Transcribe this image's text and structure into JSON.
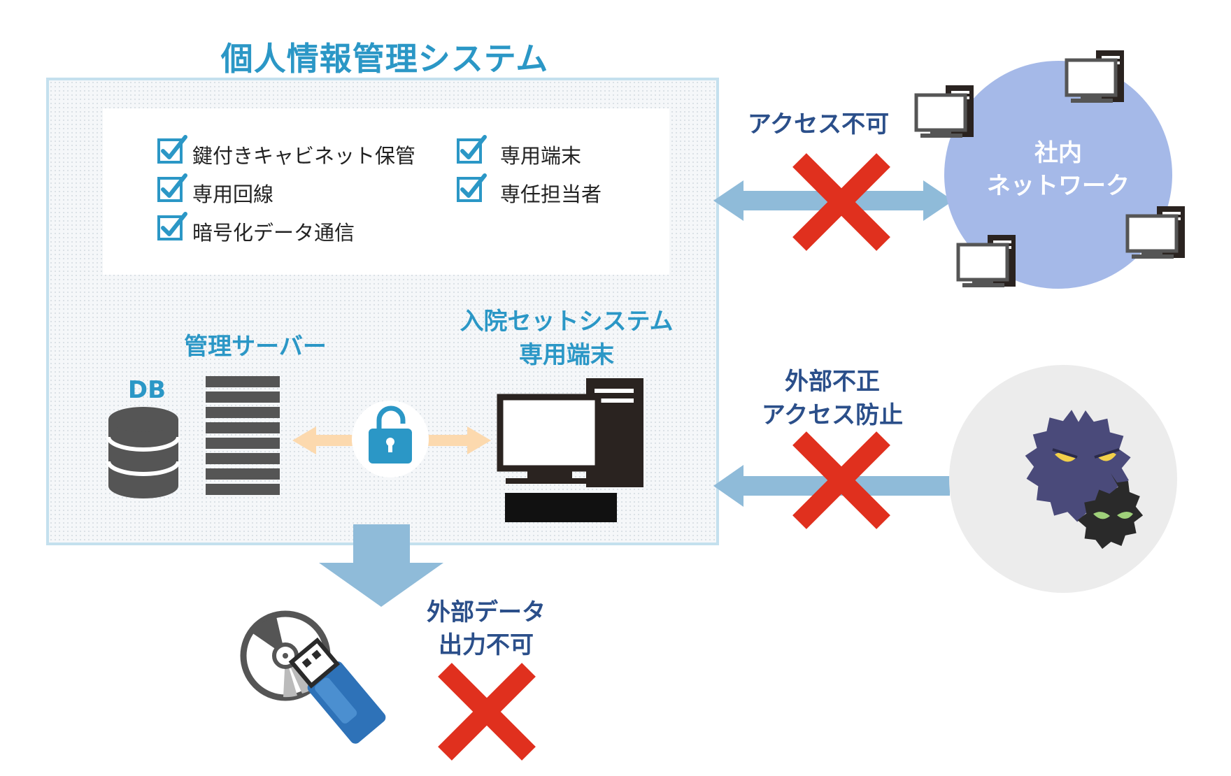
{
  "title": "個人情報管理システム",
  "measures": [
    "鍵付きキャビネット保管",
    "専用回線",
    "暗号化データ通信",
    "専用端末",
    "専任担当者"
  ],
  "server": {
    "label": "管理サーバー",
    "db_label": "DB"
  },
  "terminal": {
    "label_line1": "入院セットシステム",
    "label_line2": "専用端末"
  },
  "network": {
    "access_label": "アクセス不可",
    "circle_line1": "社内",
    "circle_line2": "ネットワーク"
  },
  "external": {
    "label_line1": "外部不正",
    "label_line2": "アクセス防止"
  },
  "output": {
    "label_line1": "外部データ",
    "label_line2": "出力不可"
  },
  "icons": {
    "check": "checkbox-check-icon",
    "deny": "red-x-icon",
    "lock": "unlocked-padlock-icon",
    "database": "database-icon",
    "server": "server-rack-icon",
    "computer": "desktop-computer-icon",
    "virus": "virus-icon",
    "disc": "cd-disc-icon",
    "usb": "usb-drive-icon"
  },
  "colors": {
    "title_blue": "#2b97c6",
    "label_navy": "#2b4f8a",
    "arrow_blue": "#8fbbd9",
    "deny_red": "#e0301e",
    "network_circle": "#a5b9e8",
    "lock_arrow": "#fcd9ae"
  }
}
